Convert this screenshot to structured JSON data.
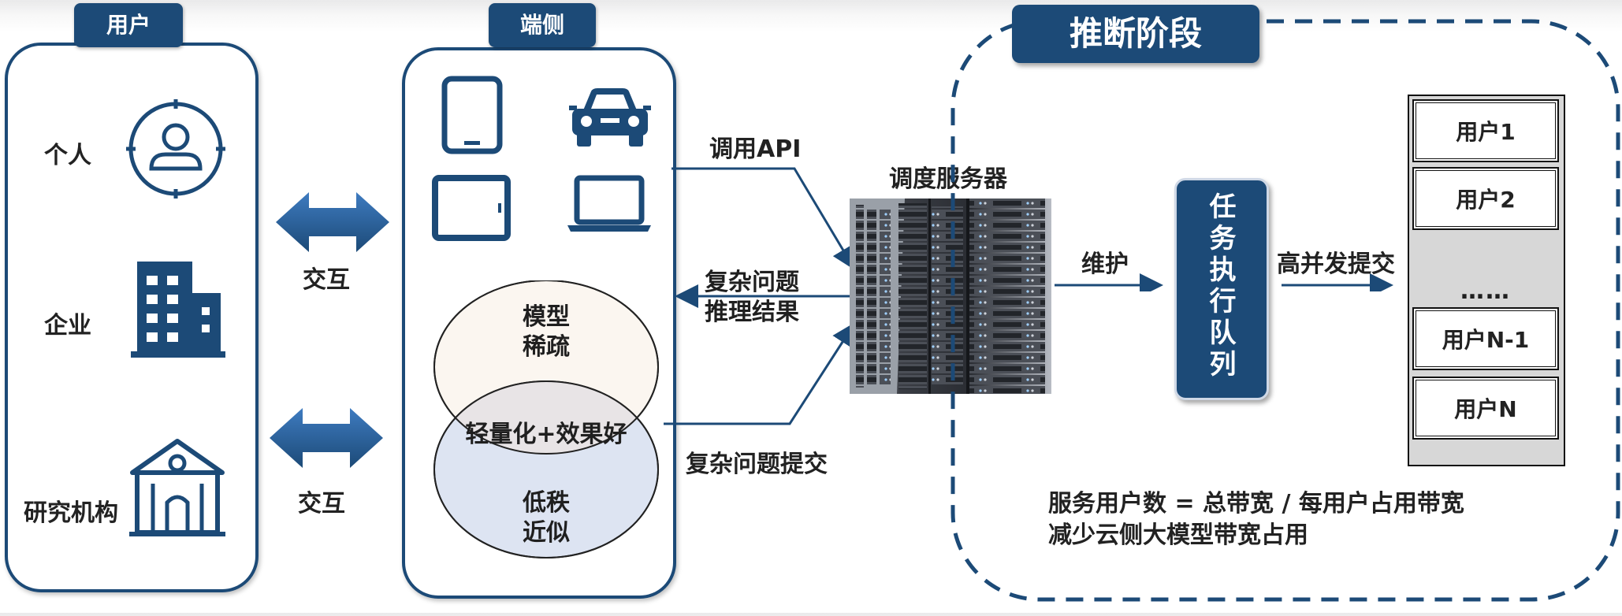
{
  "users_panel": {
    "tab": "用户",
    "items": [
      {
        "label": "个人",
        "icon": "person-icon"
      },
      {
        "label": "企业",
        "icon": "building-icon"
      },
      {
        "label": "研究机构",
        "icon": "institution-icon"
      }
    ]
  },
  "interaction": {
    "top": "交互",
    "bottom": "交互"
  },
  "device_panel": {
    "tab": "端侧",
    "devices": [
      "tablet-icon",
      "car-icon",
      "tablet-landscape-icon",
      "laptop-icon"
    ],
    "venn": {
      "top": [
        "模型",
        "稀疏"
      ],
      "middle": "轻量化+效果好",
      "bottom": [
        "低秩",
        "近似"
      ]
    }
  },
  "flows": {
    "call_api": "调用API",
    "complex_result": [
      "复杂问题",
      "推理结果"
    ],
    "complex_submit": "复杂问题提交"
  },
  "scheduler": {
    "label": "调度服务器"
  },
  "inference": {
    "title": "推断阶段",
    "maintain": "维护",
    "task_queue": "任务执行队列",
    "high_concurrency": "高并发提交",
    "queue": [
      "用户1",
      "用户2",
      "……",
      "用户N-1",
      "用户N"
    ],
    "notes": [
      "服务用户数 = 总带宽 / 每用户占用带宽",
      "减少云侧大模型带宽占用"
    ]
  },
  "colors": {
    "navy": "#1c4a77",
    "venn_top": "#fbf6f0",
    "venn_bottom": "#dde4f2"
  }
}
